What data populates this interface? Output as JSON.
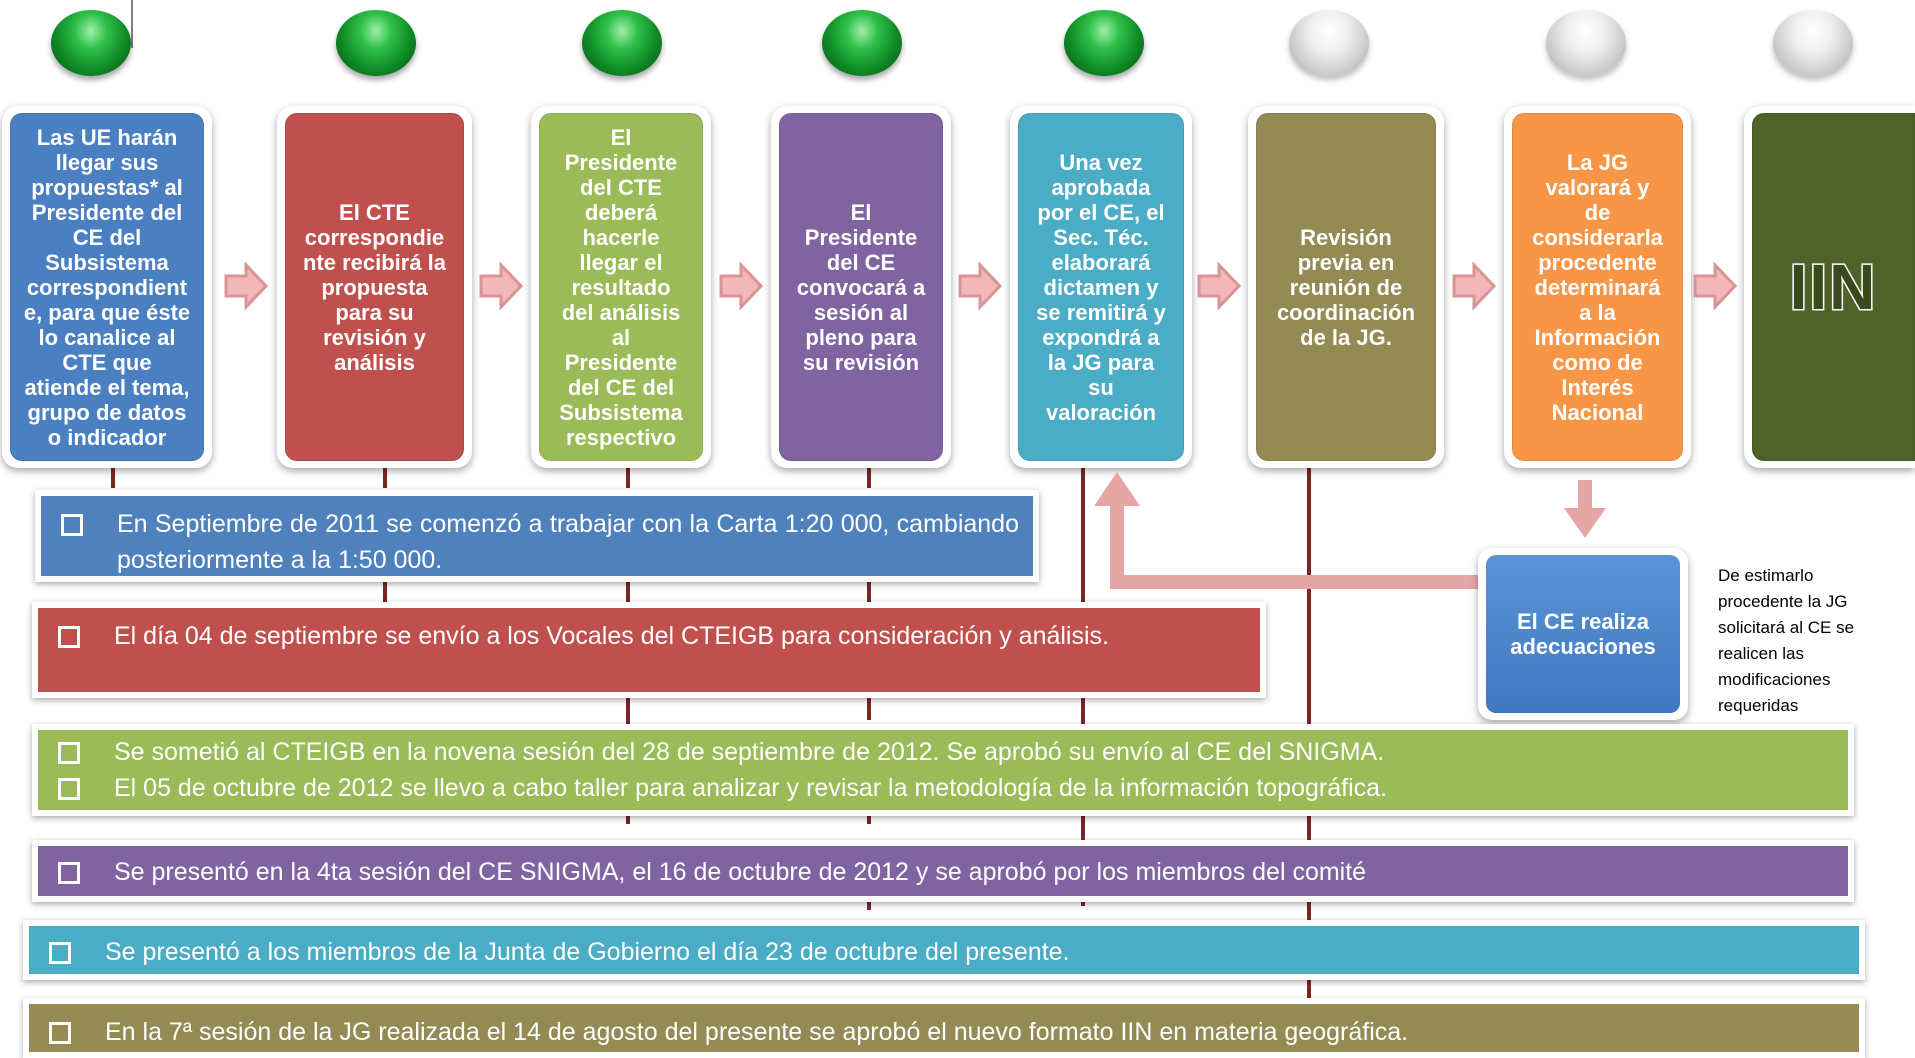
{
  "steps": [
    {
      "text": "Las UE harán\nllegar sus\npropuestas* al\nPresidente del\nCE del\nSubsistema\ncorrespondient\ne, para que éste\nlo canalice al\nCTE que\natiende el tema,\ngrupo de datos\no indicador",
      "color": "#4a7fc1",
      "status": "green"
    },
    {
      "text": "El CTE\ncorrespondie\nnte recibirá la\npropuesta\npara su\nrevisión y\nanálisis",
      "color": "#c0504d",
      "status": "green"
    },
    {
      "text": "El\nPresidente\ndel CTE\ndeberá\nhacerle\nllegar el\nresultado\ndel análisis\nal\nPresidente\ndel CE del\nSubsistema\nrespectivo",
      "color": "#9bbb59",
      "status": "green"
    },
    {
      "text": "El\nPresidente\ndel CE\nconvocará a\nsesión al\npleno para\nsu revisión",
      "color": "#8064a2",
      "status": "green"
    },
    {
      "text": "Una vez\naprobada\npor el CE, el\nSec. Téc.\nelaborará\ndictamen y\nse remitirá y\nexpondrá a\nla JG para\nsu\nvaloración",
      "color": "#4bacc6",
      "status": "green"
    },
    {
      "text": "Revisión\nprevia en\nreunión de\ncoordinación\nde la JG.",
      "color": "#948a54",
      "status": "gray"
    },
    {
      "text": "La JG\nvalorará y\nde\nconsiderarla\nprocedente\ndeterminará\na la\nInformación\ncomo de\nInterés\nNacional",
      "color": "#f79646",
      "status": "gray"
    },
    {
      "text": "IIN",
      "color": "#4f6228",
      "status": "gray"
    }
  ],
  "adjust_box": {
    "text": "El CE realiza\nadecuaciones",
    "color": "#4a7fc1"
  },
  "side_note": "De estimarlo\nprocedente la JG\nsolicitará al CE se\nrealicen las\nmodificaciones\nrequeridas",
  "notes": [
    {
      "color": "#4f81bd",
      "items": [
        "En Septiembre de 2011 se comenzó a trabajar con la Carta 1:20 000, cambiando posteriormente a la 1:50 000."
      ]
    },
    {
      "color": "#c0504d",
      "items": [
        "El día 04 de septiembre se envío a los Vocales del CTEIGB para consideración y análisis."
      ]
    },
    {
      "color": "#9bbb59",
      "items": [
        "Se sometió al CTEIGB  en la novena sesión del  28 de septiembre de 2012. Se aprobó su envío al CE del SNIGMA.",
        "El 05 de octubre de 2012 se llevo a cabo taller para analizar y revisar la metodología de la información topográfica."
      ]
    },
    {
      "color": "#8064a2",
      "items": [
        "Se presentó en la 4ta sesión del CE SNIGMA, el 16 de octubre de 2012 y se aprobó por los miembros del comité"
      ]
    },
    {
      "color": "#4bacc6",
      "items": [
        "Se presentó a los miembros de la  Junta de Gobierno el día 23 de octubre del presente."
      ]
    },
    {
      "color": "#948a54",
      "items": [
        "En la 7ª sesión de la JG realizada el 14 de agosto del presente se aprobó el nuevo formato IIN en materia geográfica."
      ]
    }
  ],
  "colors": {
    "arrow_fill": "#f2b8b8",
    "arrow_stroke": "#d99594",
    "connector": "#7a2626",
    "return_arrow": "#e6a6a6"
  }
}
